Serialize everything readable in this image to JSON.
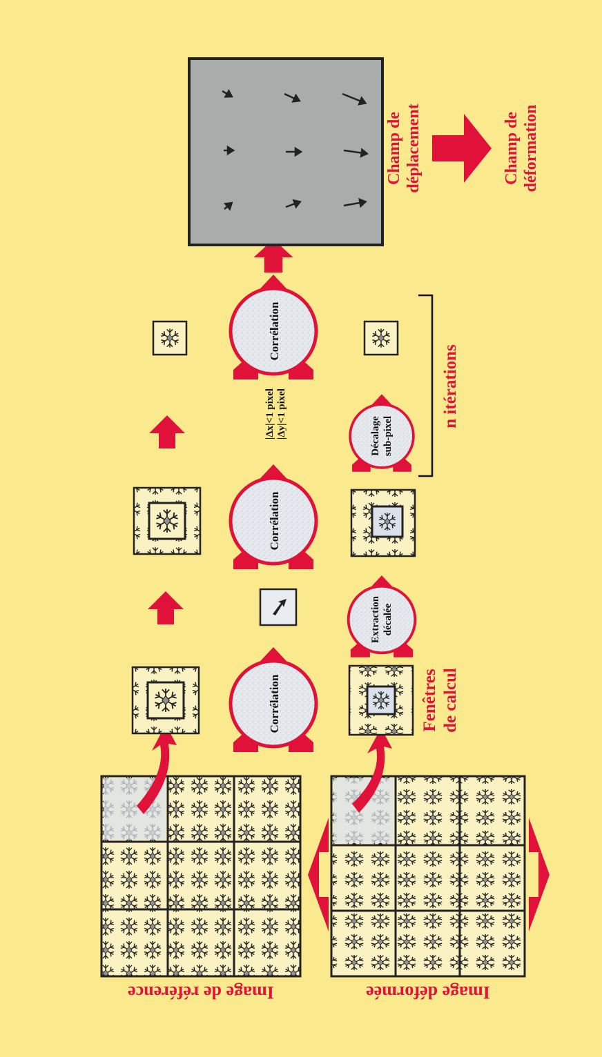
{
  "labels": {
    "image_reference": "Image de référence",
    "image_deformed": "Image déformée",
    "fenetres_line1": "Fenêtres",
    "fenetres_line2": "de calcul",
    "correlation": "Corrélation",
    "extraction_line1": "Extraction",
    "extraction_line2": "décalée",
    "decalage_line1": "Décalage",
    "decalage_line2": "sub-pixel",
    "delta_x": "|Δx|<1 pixel",
    "delta_y": "|Δy|<1 pixel",
    "iterations": "n itérations",
    "champ_depl_line1": "Champ de",
    "champ_depl_line2": "déplacement",
    "champ_def_line1": "Champ de",
    "champ_def_line2": "déformation"
  },
  "colors": {
    "background": "#fbe98e",
    "accent_red": "#e0123a",
    "panel_gray": "#a8acab",
    "speckle_light": "#dde3ea",
    "circle_fill": "#e4e7ec"
  },
  "icons": {
    "snowflake": "snowflake-pattern-icon",
    "arrow": "displacement-arrow-icon"
  }
}
